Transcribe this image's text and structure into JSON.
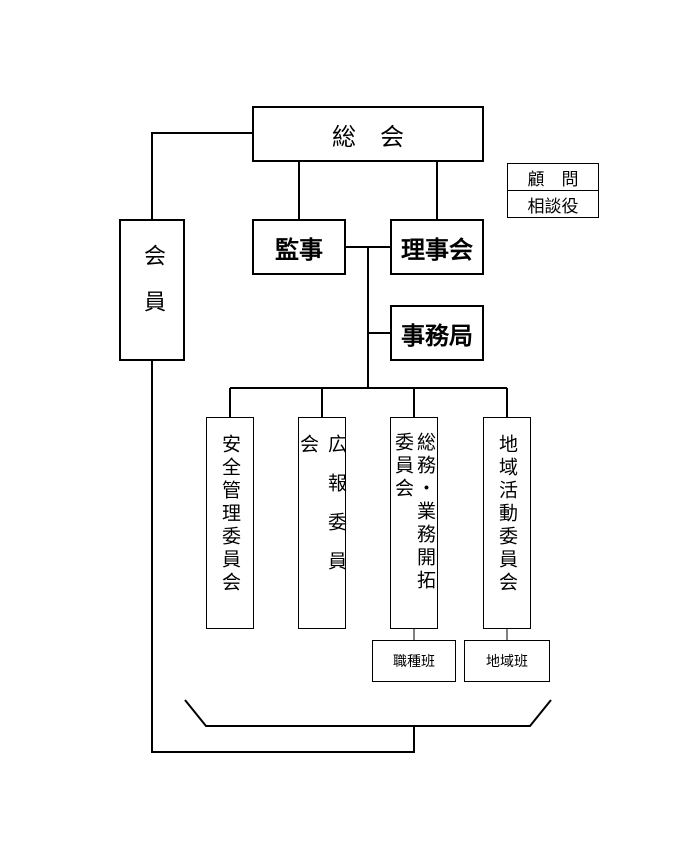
{
  "general_meeting": "総　会",
  "members": "会員",
  "auditor": "監事",
  "board": "理事会",
  "secretariat": "事務局",
  "advisor": "顧　問",
  "counselor": "相談役",
  "committees": {
    "safety": "安全管理委員会",
    "pr": "広報委員会",
    "general_affairs": "総務・業務開拓委員会",
    "local_activity": "地域活動委員会"
  },
  "groups": {
    "occupation": "職種班",
    "region": "地域班"
  }
}
